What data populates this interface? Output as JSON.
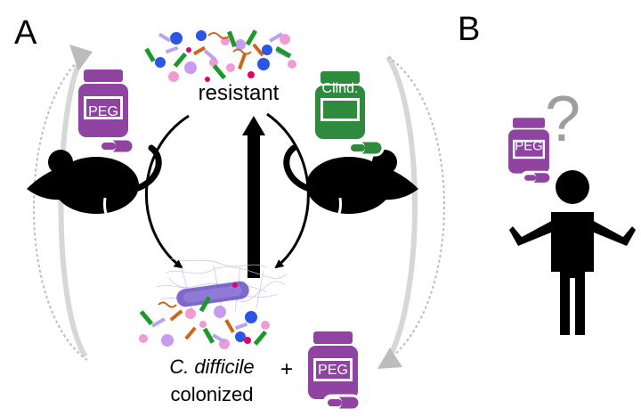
{
  "panels": {
    "a_label": "A",
    "b_label": "B"
  },
  "states": {
    "top_label": "resistant",
    "bottom_label_italic": "C. difficile",
    "bottom_label_plain": "colonized",
    "plus_sign": "+"
  },
  "drugs": {
    "peg": "PEG",
    "clind": "Clind."
  },
  "question_mark": "?",
  "colors": {
    "peg_purple": "#8e44a0",
    "clind_green": "#2e8b3d",
    "black": "#000000",
    "gray_arrow": "#bcbcbc",
    "blue_dot": "#2a55e5",
    "lilac_dot": "#c79cf0",
    "pink_dot": "#f29ad4",
    "magenta_dot": "#e0006a",
    "green_rod": "#1a9a2a",
    "orange_rod": "#c9681d",
    "lavender_rod": "#b7a3ee",
    "question_gray": "#9e9e9e"
  },
  "icons": {
    "mouse_left": "mouse-icon",
    "mouse_right": "mouse-icon",
    "person": "person-shrug-icon",
    "bottle": "pill-bottle-icon",
    "pill": "capsule-icon",
    "bacterium": "c-difficile-icon"
  }
}
